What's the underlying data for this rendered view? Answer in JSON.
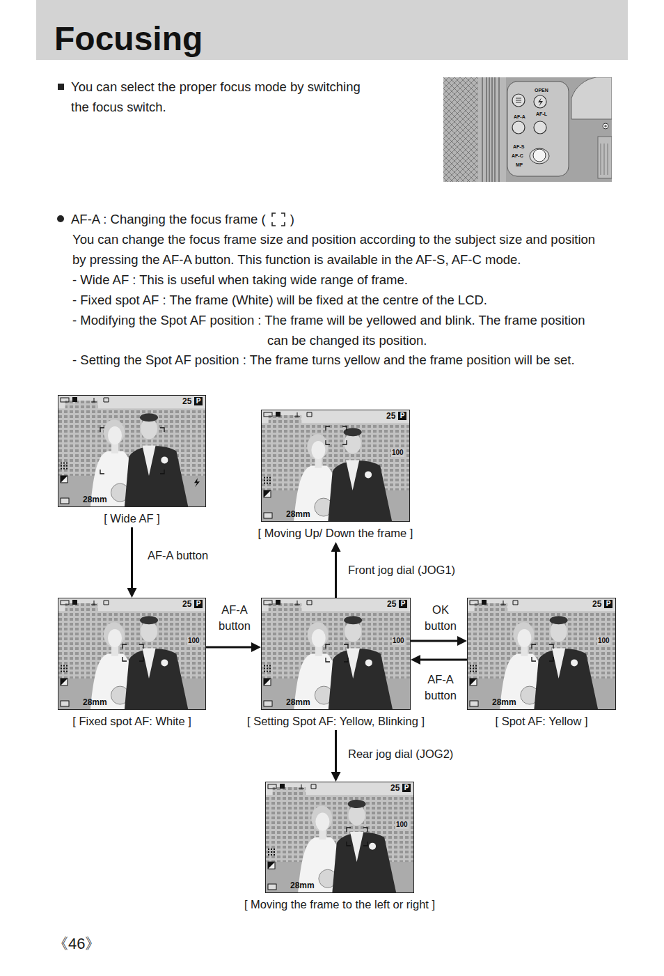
{
  "diagram": {
    "title": "Focusing",
    "nodes": [
      {
        "text": [
          "25",
          "P",
          "28mm",
          "[ Wide AF ]"
        ]
      },
      {
        "text": [
          "25",
          "P",
          "100",
          "28mm",
          "[ Moving Up/ Down the frame ]"
        ]
      },
      {
        "text": [
          "25",
          "P",
          "100",
          "28mm",
          "[ Fixed spot AF: White ]"
        ]
      },
      {
        "text": [
          "25",
          "P",
          "100",
          "28mm",
          "[ Setting Spot AF: Yellow, Blinking ]"
        ]
      },
      {
        "text": [
          "25",
          "P",
          "100",
          "28mm",
          "[ Spot AF: Yellow ]"
        ]
      },
      {
        "text": [
          "25",
          "P",
          "100",
          "28mm",
          "[ Moving the frame to the left or right ]"
        ]
      }
    ],
    "edges": [
      {
        "from": 0,
        "to": 2,
        "arrow": "to",
        "label": "AF-A button"
      },
      {
        "from": 2,
        "to": 3,
        "arrow": "to",
        "label": "AF-A button"
      },
      {
        "from": 3,
        "to": 1,
        "arrow": "to",
        "label": "Front jog dial (JOG1)"
      },
      {
        "from": 3,
        "to": 4,
        "arrow": "to",
        "label": "OK button"
      },
      {
        "from": 4,
        "to": 3,
        "arrow": "to",
        "label": "AF-A button"
      },
      {
        "from": 3,
        "to": 5,
        "arrow": "to",
        "label": "Rear jog dial (JOG2)"
      }
    ],
    "labels": [
      "You can select the proper focus mode by switching the focus switch.",
      "OPEN",
      "AF-A",
      "AF-L",
      "AF-S",
      "AF-C",
      "MF",
      "AF-A : Changing the focus frame (",
      ")",
      "You can change the focus frame size and position according to the subject size and position by pressing the AF-A button. This function is available in the AF-S, AF-C mode.",
      "- Wide AF : This is useful when taking wide range of frame.",
      "- Fixed spot AF : The frame (White) will be fixed at the centre of the LCD.",
      "- Modifying the Spot AF position : The frame will be yellowed and blink. The frame position can be changed its position.",
      "- Setting the Spot AF position : The frame turns yellow and the frame position will be set.",
      "《46》"
    ]
  }
}
